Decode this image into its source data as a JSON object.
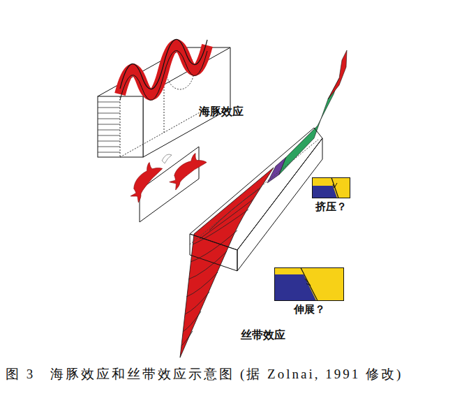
{
  "diagram": {
    "caption": "图 3　海豚效应和丝带效应示意图 (据 Zolnai, 1991 修改)",
    "nodes": [
      {
        "text": [
          "挤压？"
        ]
      },
      {
        "text": [
          "伸展？"
        ]
      }
    ],
    "labels": [
      "海豚效应",
      "丝带效应"
    ]
  }
}
